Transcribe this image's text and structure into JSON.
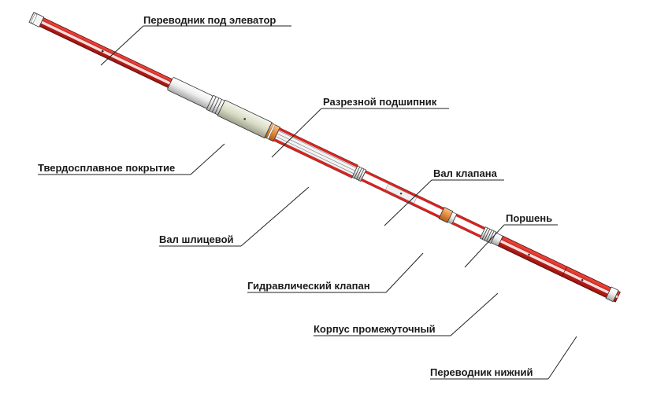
{
  "diagram": {
    "labels": {
      "elevator_sub": "Переводник под элеватор",
      "split_bearing": "Разрезной подшипник",
      "hardfacing": "Твердосплавное покрытие",
      "valve_shaft": "Вал клапана",
      "piston": "Поршень",
      "splined_shaft": "Вал шлицевой",
      "hydraulic_valve": "Гидравлический клапан",
      "intermediate_body": "Корпус промежуточный",
      "bottom_sub": "Переводник нижний"
    },
    "colors": {
      "body_red": "#d9231f",
      "body_dark_red": "#9e1410",
      "steel_light": "#f2f2f2",
      "steel_shade": "#b9b9b9",
      "hardfacing_olive": "#d8dcc8",
      "bearing_orange": "#e58a3a",
      "outline": "#222222"
    }
  }
}
